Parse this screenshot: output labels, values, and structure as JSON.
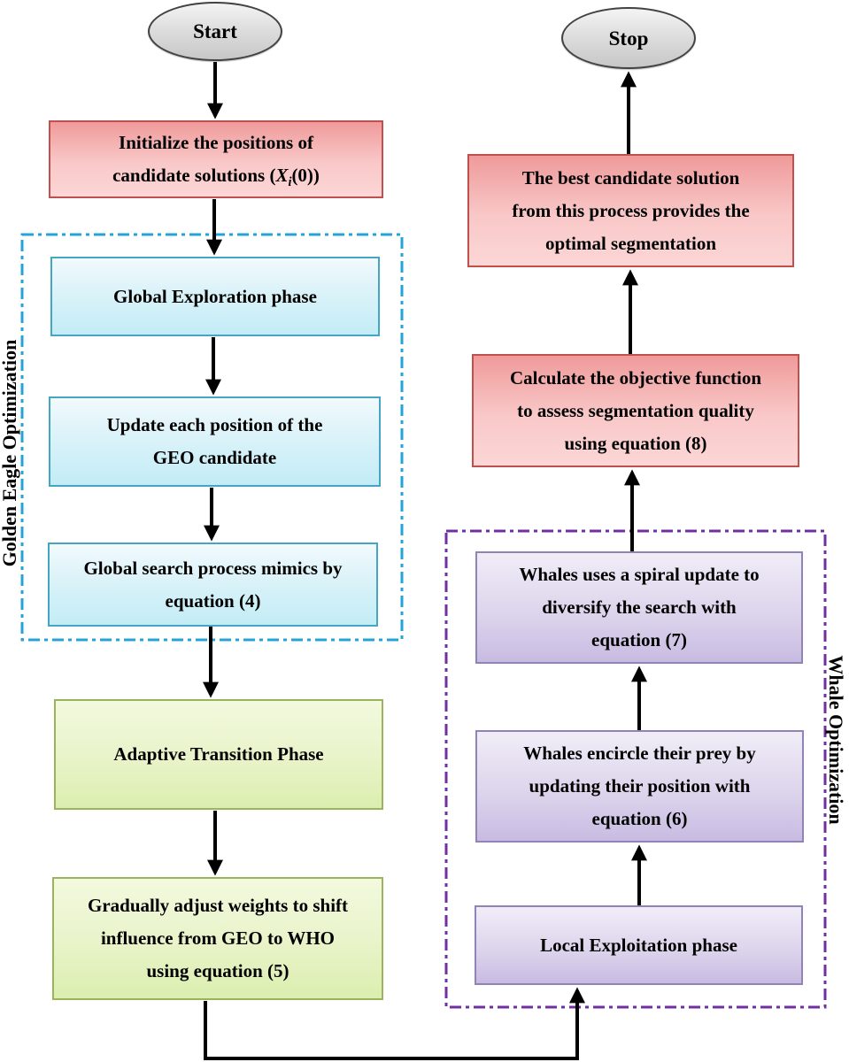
{
  "title": "Hybrid GEO-WHO optimization flowchart",
  "nodes": {
    "start": {
      "label": "Start"
    },
    "stop": {
      "label": "Stop"
    },
    "init": {
      "line1": "Initialize the positions of",
      "line2_pre": "candidate solutions (",
      "var": "X",
      "sub": "i",
      "line2_post": "(0))"
    },
    "global_exploration": {
      "lines": [
        "Global Exploration phase"
      ]
    },
    "update_position": {
      "lines": [
        "Update each position of the",
        "GEO candidate"
      ]
    },
    "global_search": {
      "lines": [
        "Global search process mimics by",
        "equation (4)"
      ]
    },
    "adaptive_transition": {
      "lines": [
        "Adaptive Transition Phase"
      ]
    },
    "adjust_weights": {
      "lines": [
        "Gradually adjust weights to shift",
        "influence from GEO to WHO",
        "using equation (5)"
      ]
    },
    "local_exploitation": {
      "lines": [
        "Local Exploitation phase"
      ]
    },
    "whales_encircle": {
      "lines": [
        "Whales encircle their prey by",
        "updating their position with",
        "equation (6)"
      ]
    },
    "whales_spiral": {
      "lines": [
        "Whales uses a spiral update to",
        "diversify the search with",
        "equation (7)"
      ]
    },
    "calculate_objective": {
      "lines": [
        "Calculate the objective function",
        "to assess segmentation quality",
        "using equation (8)"
      ]
    },
    "best_candidate": {
      "lines": [
        "The best candidate solution",
        "from this process provides the",
        "optimal segmentation"
      ]
    }
  },
  "groups": {
    "geo": {
      "label": "Golden Eagle Optimization",
      "border_color": "#23a4d9"
    },
    "who": {
      "label": "Whale Optimization",
      "border_color": "#7030a0"
    }
  },
  "colors": {
    "terminal_fill_top": "#f4f4f4",
    "terminal_fill_bottom": "#c7c7c7",
    "terminal_border": "#424242",
    "red_border": "#c0504d",
    "red_fill_top": "#ef9a9a",
    "red_fill_bottom": "#fcd6d6",
    "cyan_border": "#45a6c4",
    "cyan_fill_top": "#f2fafd",
    "cyan_fill_bottom": "#c3ecf6",
    "green_border": "#9ab45c",
    "green_fill_top": "#f2f9de",
    "green_fill_bottom": "#dceeb0",
    "purple_border": "#9182b8",
    "purple_fill_top": "#f0edf7",
    "purple_fill_bottom": "#c8bbe2",
    "arrow": "#000000",
    "background": "#ffffff"
  }
}
